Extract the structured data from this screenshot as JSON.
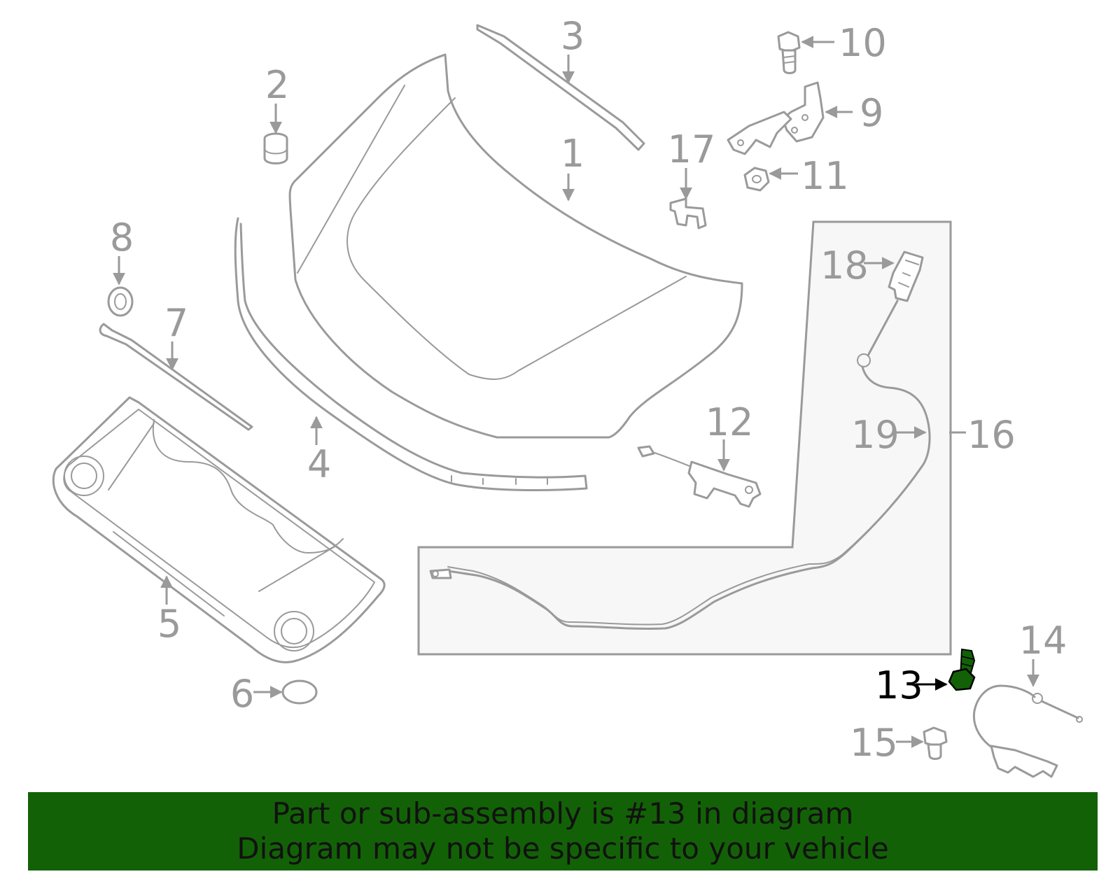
{
  "diagram": {
    "callouts": [
      {
        "id": "1",
        "label": "1"
      },
      {
        "id": "2",
        "label": "2"
      },
      {
        "id": "3",
        "label": "3"
      },
      {
        "id": "4",
        "label": "4"
      },
      {
        "id": "5",
        "label": "5"
      },
      {
        "id": "6",
        "label": "6"
      },
      {
        "id": "7",
        "label": "7"
      },
      {
        "id": "8",
        "label": "8"
      },
      {
        "id": "9",
        "label": "9"
      },
      {
        "id": "10",
        "label": "10"
      },
      {
        "id": "11",
        "label": "11"
      },
      {
        "id": "12",
        "label": "12"
      },
      {
        "id": "13",
        "label": "13"
      },
      {
        "id": "14",
        "label": "14"
      },
      {
        "id": "15",
        "label": "15"
      },
      {
        "id": "16",
        "label": "16"
      },
      {
        "id": "17",
        "label": "17"
      },
      {
        "id": "18",
        "label": "18"
      },
      {
        "id": "19",
        "label": "19"
      }
    ],
    "highlighted": "13",
    "colors": {
      "part": "#9a9a9a",
      "highlight": "#136107",
      "highlight_label": "#000000",
      "inset_fill": "#f7f7f7"
    }
  },
  "banner": {
    "line1": "Part or sub-assembly is #13 in diagram",
    "line2": "Diagram may not be specific to your vehicle"
  }
}
